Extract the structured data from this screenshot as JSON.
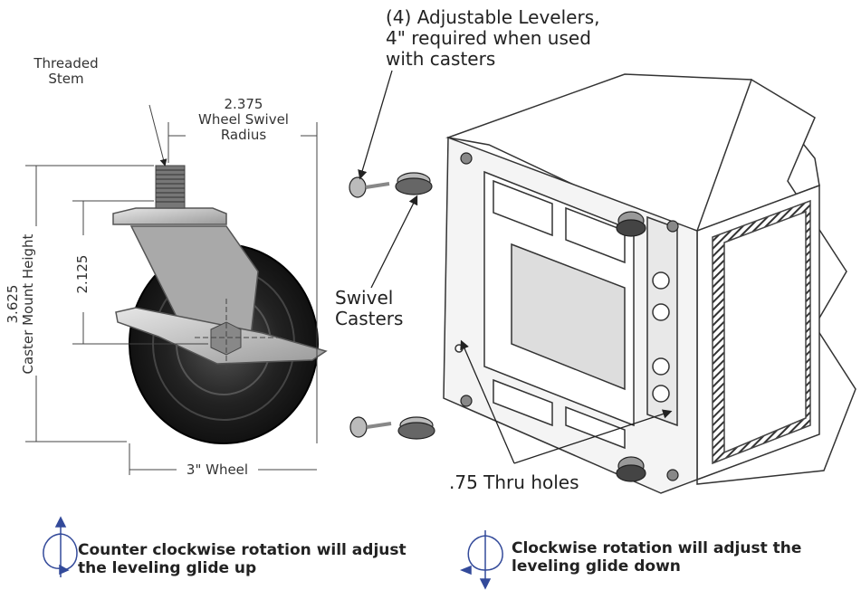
{
  "caster": {
    "threaded_stem": [
      "Threaded",
      "Stem"
    ],
    "swivel_radius": [
      "2.375",
      "Wheel Swivel",
      "Radius"
    ],
    "overall_height_value": "3.625",
    "overall_height_label": "Caster Mount Height",
    "stem_height": "2.125",
    "wheel_width": "3\" Wheel"
  },
  "cabinet": {
    "levelers": [
      "(4) Adjustable Levelers,",
      "4\" required when used",
      "with casters"
    ],
    "swivel_casters": [
      "Swivel",
      "Casters"
    ],
    "thru_holes": ".75 Thru holes"
  },
  "rotation": {
    "ccw": [
      "Counter clockwise rotation will adjust",
      "the leveling glide up"
    ],
    "cw": [
      "Clockwise rotation will adjust the",
      "leveling glide down"
    ]
  },
  "colors": {
    "arrow": "#334a9a",
    "line": "#333333",
    "wheel": "#1a1a1a"
  }
}
